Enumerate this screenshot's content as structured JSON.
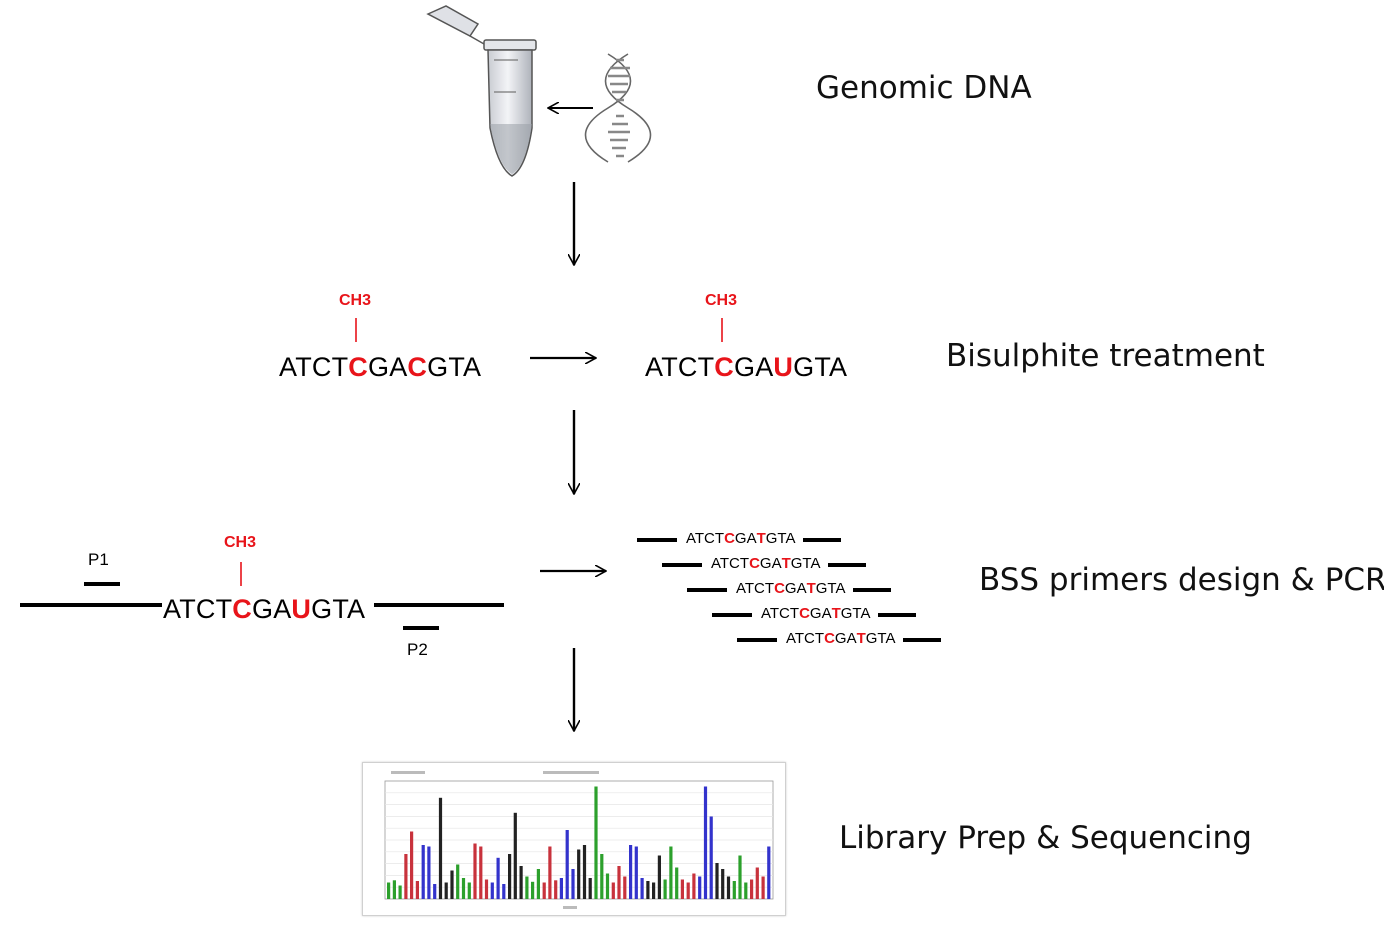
{
  "steps": {
    "genomic": "Genomic DNA",
    "bisulphite": "Bisulphite treatment",
    "bss": "BSS primers design & PCR",
    "library": "Library Prep & Sequencing"
  },
  "bisulphite_row": {
    "before": {
      "ch3": "CH3",
      "p1": "ATCT",
      "c1": "C",
      "p2": "GA",
      "c2": "C",
      "p3": "GTA"
    },
    "after": {
      "ch3": "CH3",
      "p1": "ATCT",
      "c1": "C",
      "p2": "GA",
      "c2": "U",
      "p3": "GTA"
    }
  },
  "bss_row": {
    "template": {
      "ch3": "CH3",
      "p1": "ATCT",
      "c1": "C",
      "p2": "GA",
      "c2": "U",
      "p3": "GTA"
    },
    "primer1": "P1",
    "primer2": "P2",
    "amplicon": {
      "p1": "ATCT",
      "c1": "C",
      "p2": "GA",
      "c2": "T",
      "p3": "GTA"
    },
    "amplicon_count": 5
  },
  "colors": {
    "highlight": "#e8141a",
    "seq_bars": [
      "#2ca02c",
      "#c8323c",
      "#3333cc",
      "#222222"
    ]
  }
}
